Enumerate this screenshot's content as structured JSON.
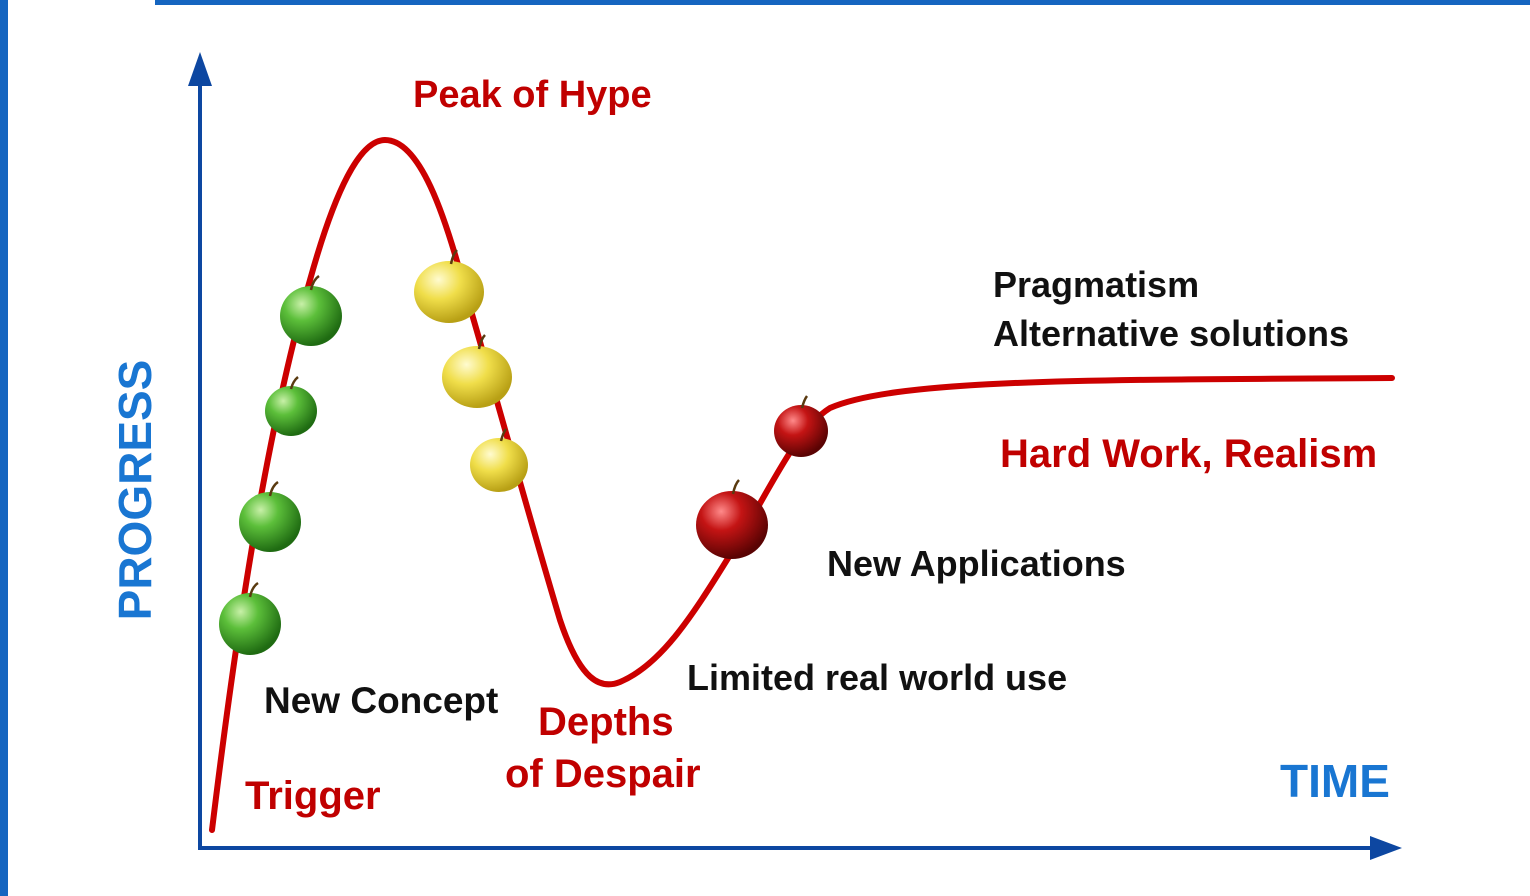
{
  "labels": {
    "peak": "Peak of Hype",
    "pragmatism_line1": "Pragmatism",
    "pragmatism_line2": "Alternative  solutions",
    "hard_work": "Hard Work, Realism",
    "new_applications": "New Applications",
    "limited_use": "Limited  real  world  use",
    "new_concept": "New Concept",
    "depths_line1": "Depths",
    "depths_line2": "of Despair",
    "trigger": "Trigger",
    "time_axis": "TIME",
    "progress_axis": "PROGRESS"
  },
  "colors": {
    "curve": "#cc0000",
    "axis": "#0d47a1",
    "red_text": "#c00000",
    "blue_text": "#1976d2",
    "frame": "#1565c0",
    "green_apple": "#3fa532",
    "yellow_apple": "#e8d43a",
    "red_apple": "#b00d0d"
  },
  "icons": {
    "green_apple_count": 4,
    "yellow_apple_count": 3,
    "red_apple_count": 2
  }
}
